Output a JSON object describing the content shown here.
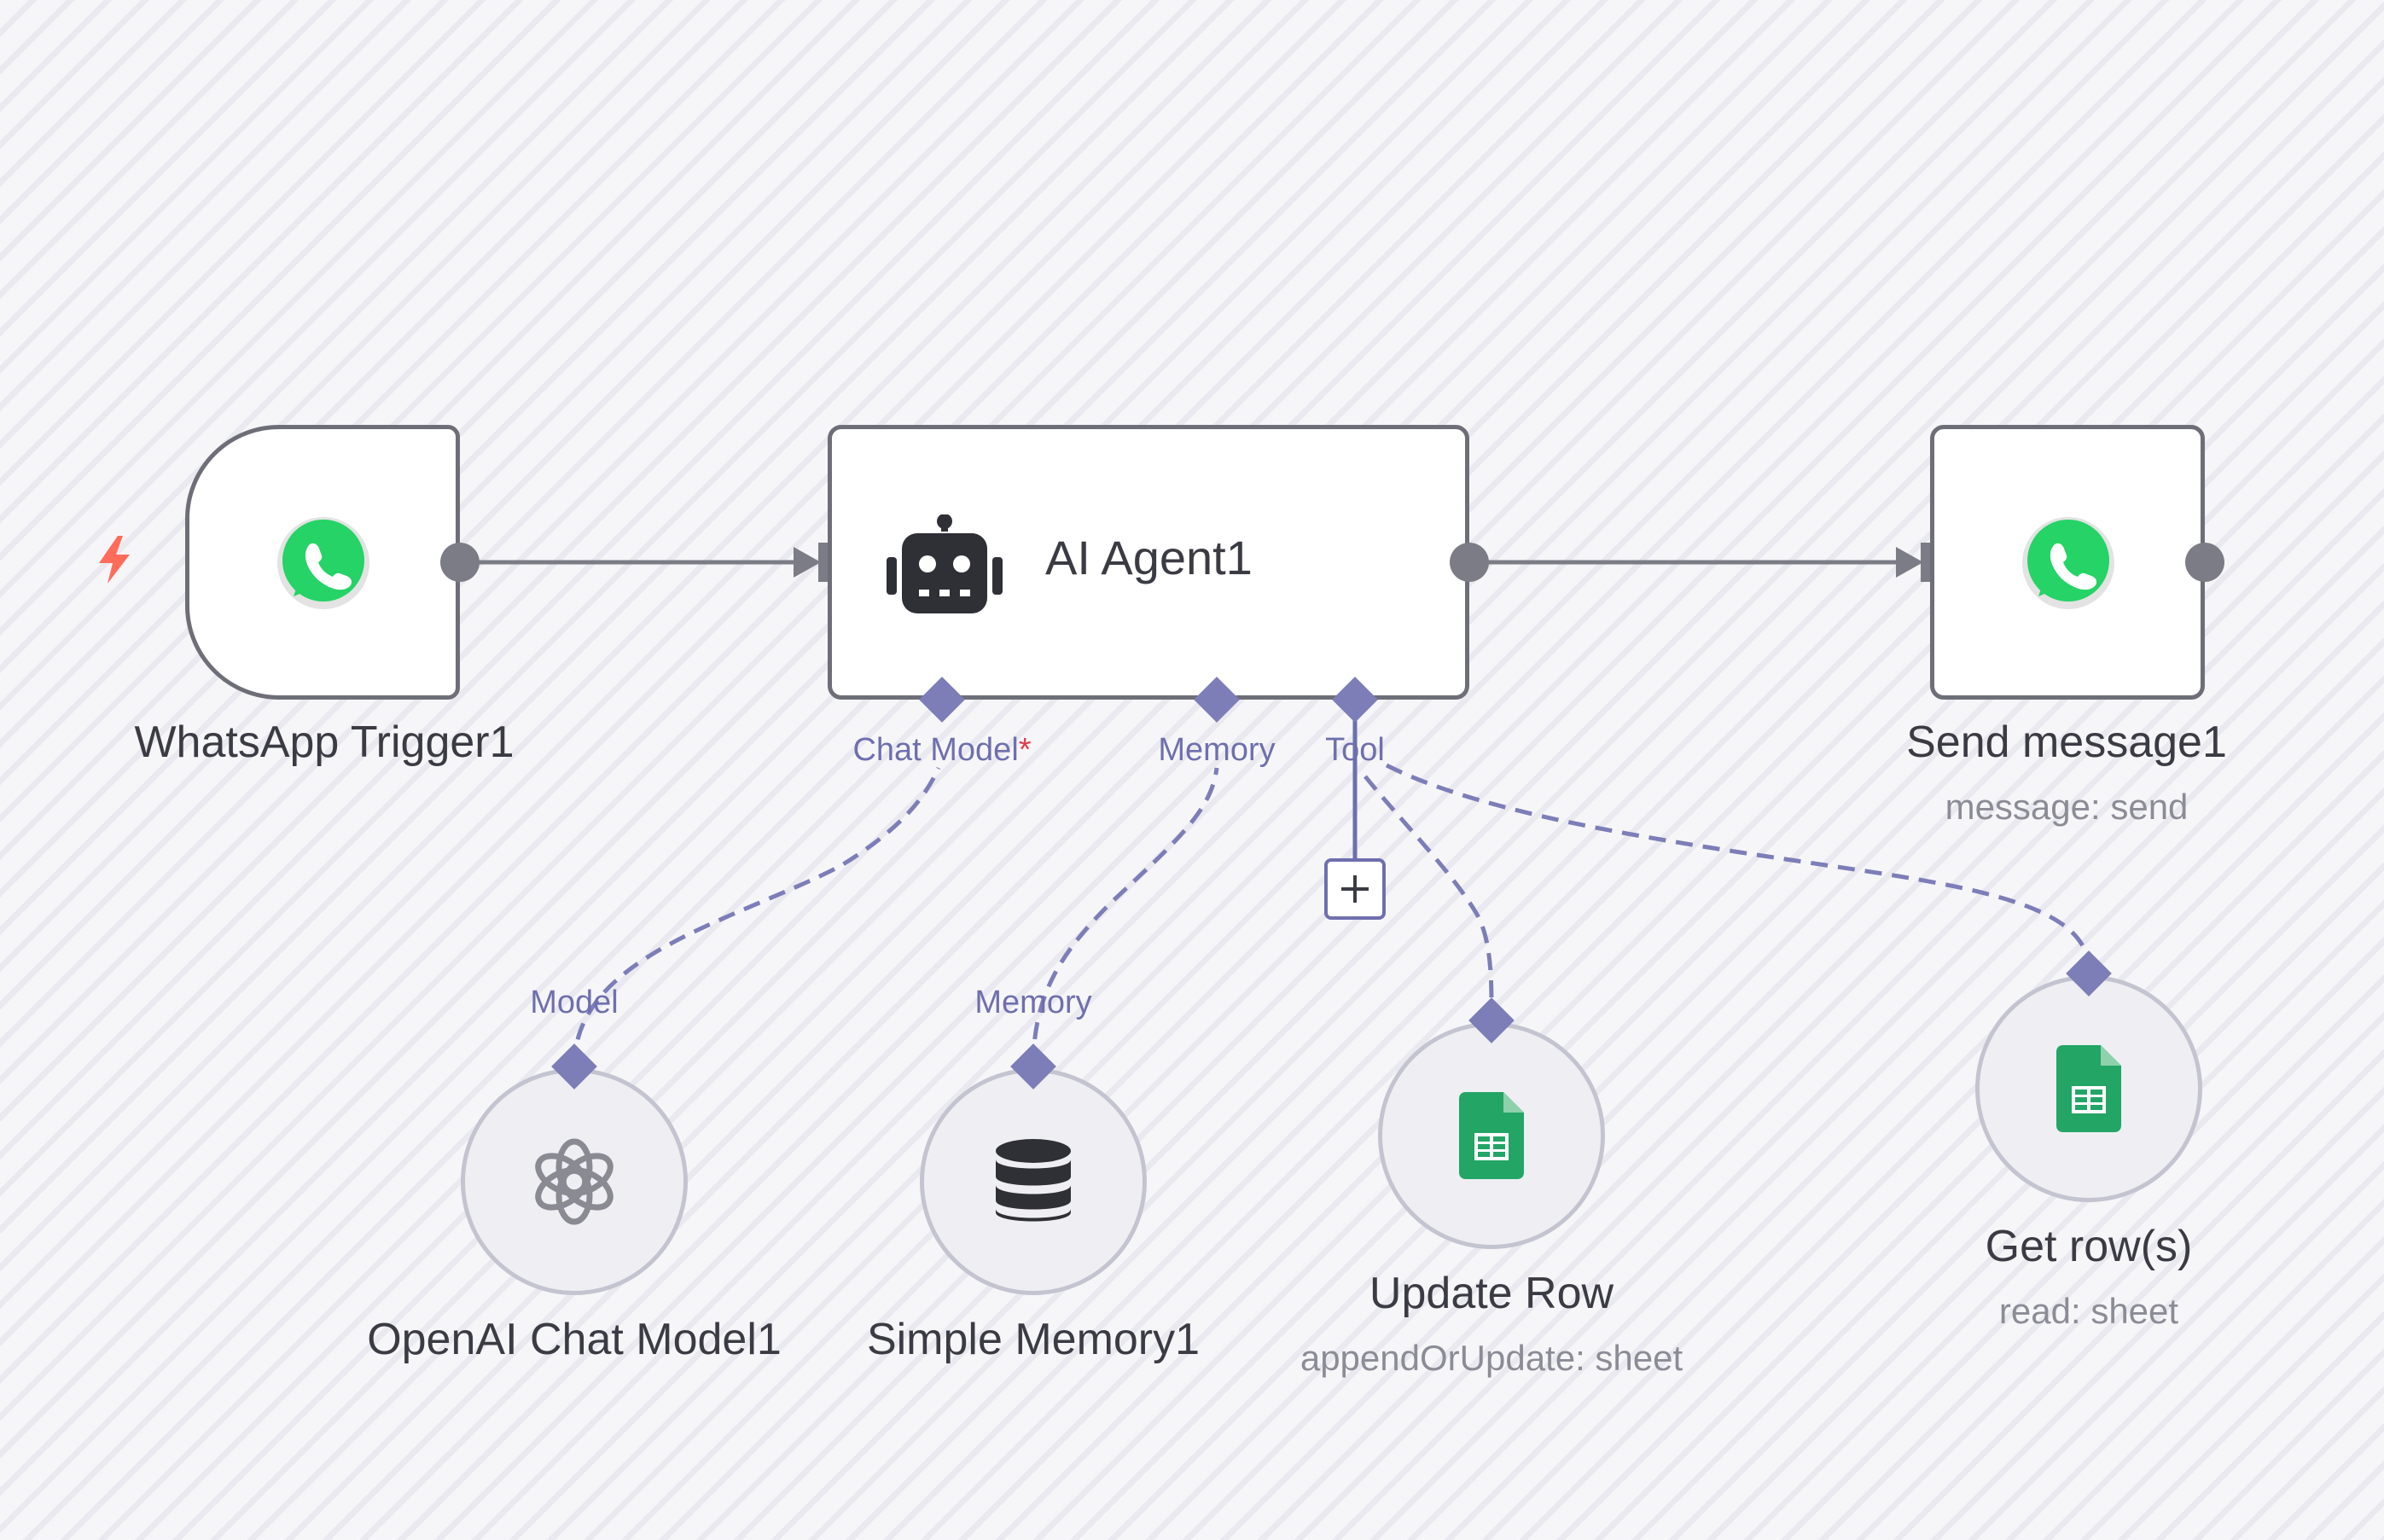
{
  "nodes": {
    "whatsapp_trigger": {
      "label": "WhatsApp Trigger1"
    },
    "ai_agent": {
      "label": "AI Agent1",
      "ports": {
        "chat_model": "Chat Model",
        "chat_model_required_mark": "*",
        "memory": "Memory",
        "tool": "Tool"
      }
    },
    "send_message": {
      "label": "Send message1",
      "subtitle": "message: send"
    },
    "openai_chat_model": {
      "label": "OpenAI Chat Model1",
      "port": "Model"
    },
    "simple_memory": {
      "label": "Simple Memory1",
      "port": "Memory"
    },
    "update_row": {
      "label": "Update Row",
      "subtitle": "appendOrUpdate: sheet"
    },
    "get_rows": {
      "label": "Get row(s)",
      "subtitle": "read: sheet"
    }
  },
  "icons": {
    "trigger_bolt": "lightning-bolt-icon",
    "whatsapp": "whatsapp-icon",
    "robot": "robot-icon",
    "openai": "openai-icon",
    "database": "database-icon",
    "sheets": "google-sheets-icon",
    "add": "plus-icon"
  },
  "colors": {
    "edge_main": "#7c7c86",
    "edge_ai": "#7d7db8",
    "whatsapp_green": "#25d366",
    "sheets_green": "#23a566",
    "trigger_red": "#ff6d5a"
  }
}
